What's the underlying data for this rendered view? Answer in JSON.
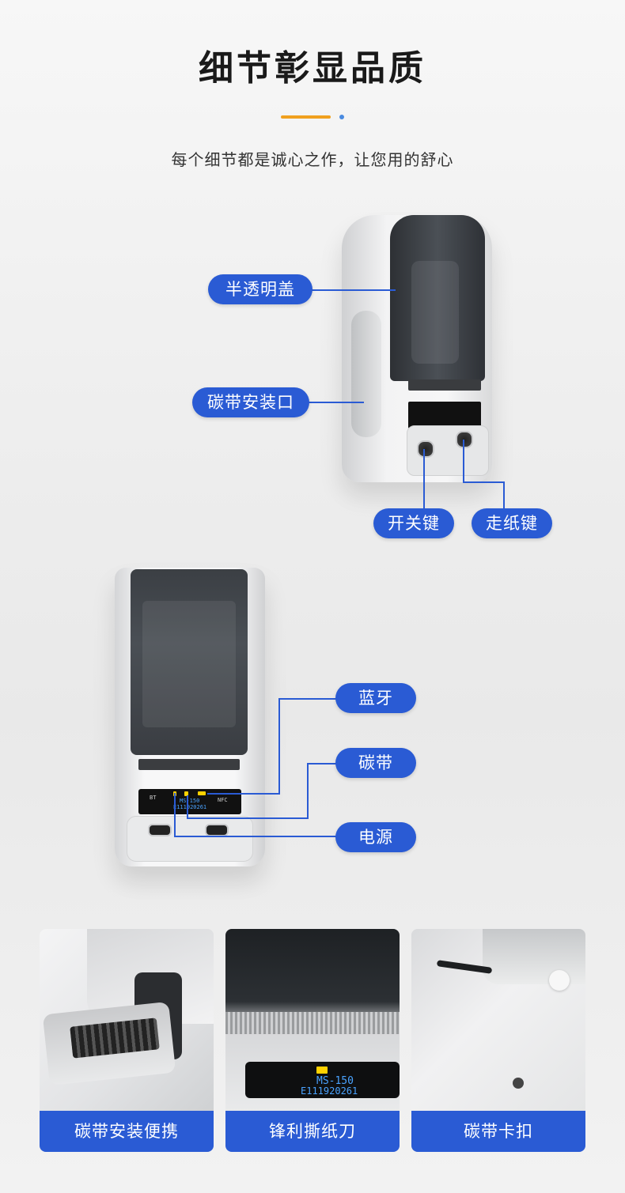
{
  "header": {
    "title": "细节彰显品质",
    "subtitle": "每个细节都是诚心之作，让您用的舒心"
  },
  "section1": {
    "labels": {
      "cover": "半透明盖",
      "ribbon_port": "碳带安装口",
      "power_key": "开关键",
      "feed_key": "走纸键"
    }
  },
  "section2": {
    "labels": {
      "bluetooth": "蓝牙",
      "ribbon": "碳带",
      "power": "电源"
    },
    "screen": {
      "model": "MS-150",
      "serial": "E111920261",
      "bt_text": "BT",
      "nfc_text": "NFC"
    }
  },
  "cards": [
    {
      "caption": "碳带安装便携"
    },
    {
      "caption": "锋利撕纸刀"
    },
    {
      "caption": "碳带卡扣"
    }
  ],
  "colors": {
    "accent": "#2a5bd4",
    "title_bar": "#f0a01e",
    "title_dot": "#4a8be0"
  }
}
